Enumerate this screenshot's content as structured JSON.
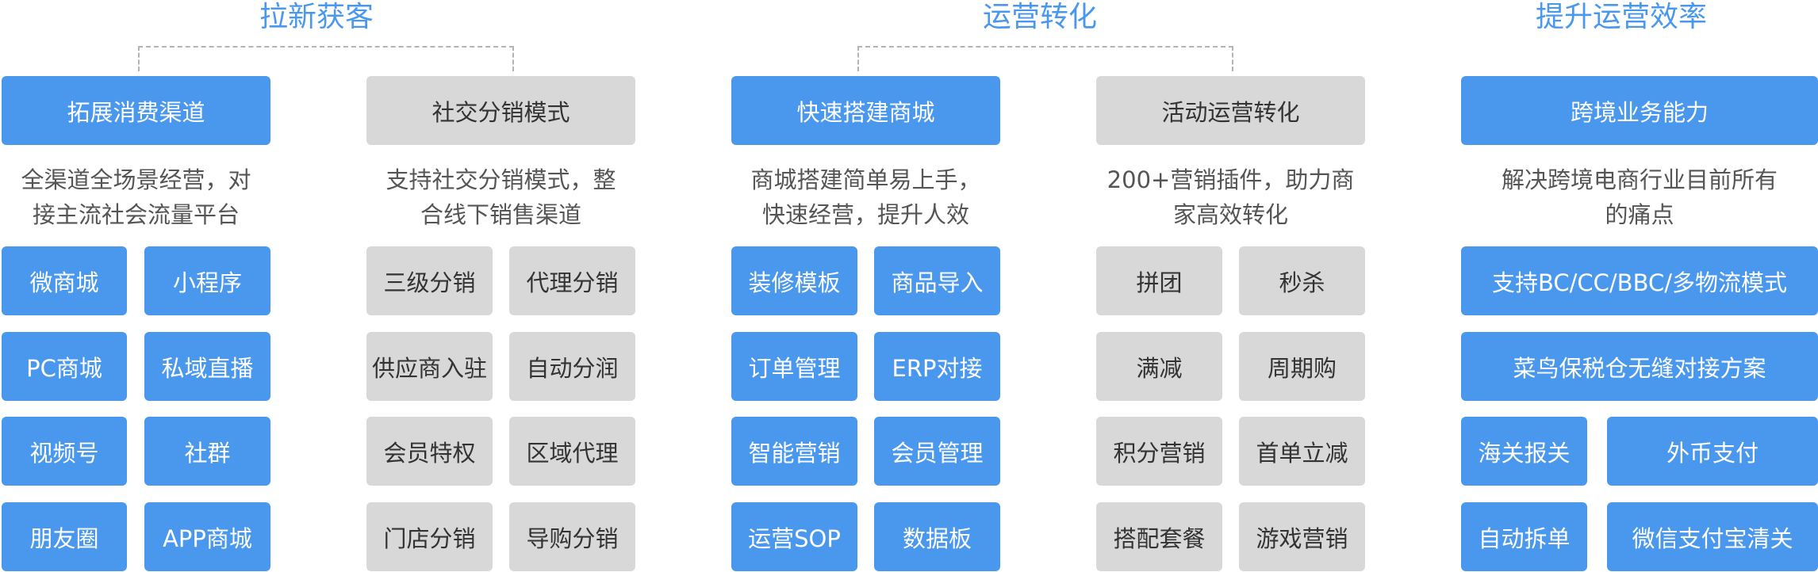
{
  "titles": {
    "lead": "拉新获客",
    "ops": "运营转化",
    "efficiency": "提升运营效率"
  },
  "columns": {
    "channels": {
      "header": "拓展消费渠道",
      "desc": [
        "全渠道全场景经营，对",
        "接主流社会流量平台"
      ],
      "items": [
        "微商城",
        "小程序",
        "PC商城",
        "私域直播",
        "视频号",
        "社群",
        "朋友圈",
        "APP商城"
      ]
    },
    "social": {
      "header": "社交分销模式",
      "desc": [
        "支持社交分销模式，整",
        "合线下销售渠道"
      ],
      "items": [
        "三级分销",
        "代理分销",
        "供应商入驻",
        "自动分润",
        "会员特权",
        "区域代理",
        "门店分销",
        "导购分销"
      ]
    },
    "mall": {
      "header": "快速搭建商城",
      "desc": [
        "商城搭建简单易上手，",
        "快速经营，提升人效"
      ],
      "items": [
        "装修模板",
        "商品导入",
        "订单管理",
        "ERP对接",
        "智能营销",
        "会员管理",
        "运营SOP",
        "数据板"
      ]
    },
    "activity": {
      "header": "活动运营转化",
      "desc": [
        "200+营销插件，助力商",
        "家高效转化"
      ],
      "items": [
        "拼团",
        "秒杀",
        "满减",
        "周期购",
        "积分营销",
        "首单立减",
        "搭配套餐",
        "游戏营销"
      ]
    },
    "crossborder": {
      "header": "跨境业务能力",
      "desc": [
        "解决跨境电商行业目前所有",
        "的痛点"
      ],
      "wide_items": [
        "支持BC/CC/BBC/多物流模式",
        "菜鸟保税仓无缝对接方案"
      ],
      "items": [
        "海关报关",
        "外币支付",
        "自动拆单",
        "微信支付宝清关"
      ]
    }
  },
  "colors": {
    "accent": "#4a98ee",
    "neutral": "#d8d8d8",
    "title": "#4a98ee"
  }
}
